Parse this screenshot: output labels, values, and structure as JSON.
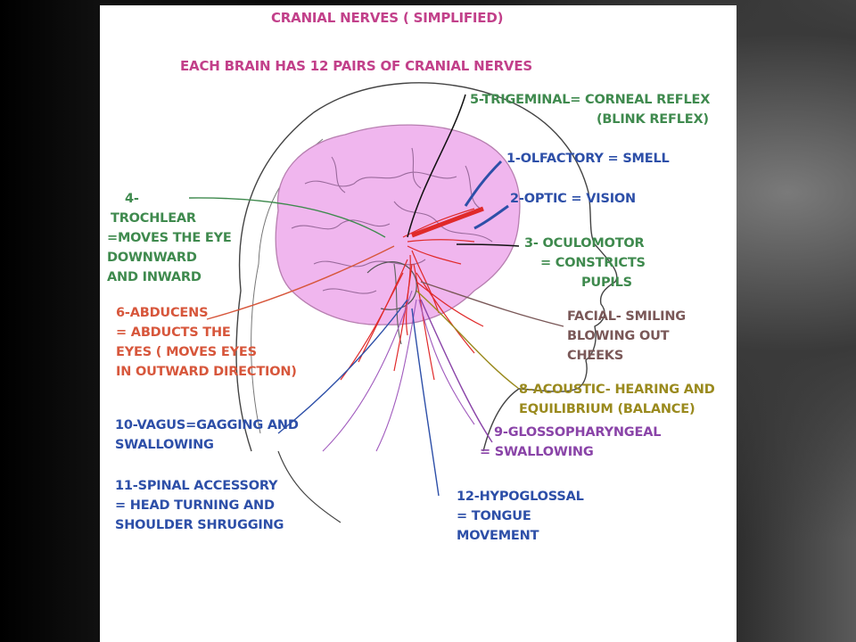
{
  "title": "CRANIAL NERVES",
  "title_suffix": "( SIMPLIFIED)",
  "subtitle": "EACH BRAIN HAS 12 PAIRS OF CRANIAL NERVES",
  "nerves": {
    "trigeminal": {
      "line1": "5-TRIGEMINAL= CORNEAL REFLEX",
      "line2": "(BLINK REFLEX)"
    },
    "olfactory": {
      "line1": "1-OLFACTORY = SMELL"
    },
    "optic": {
      "line1": "2-OPTIC = VISION"
    },
    "oculomotor": {
      "line1": "3- OCULOMOTOR",
      "line2": "= CONSTRICTS",
      "line3": "PUPILS"
    },
    "trochlear": {
      "line1": "4-",
      "line2": "TROCHLEAR",
      "line3": "=MOVES THE EYE",
      "line4": "DOWNWARD",
      "line5": "AND INWARD"
    },
    "abducens": {
      "line1": "6-ABDUCENS",
      "line2": "= ABDUCTS THE",
      "line3": "EYES ( MOVES EYES",
      "line4": "IN OUTWARD DIRECTION)"
    },
    "facial": {
      "line1": "FACIAL- SMILING",
      "line2": "BLOWING OUT",
      "line3": "CHEEKS"
    },
    "acoustic": {
      "line1": "8-ACOUSTIC- HEARING AND",
      "line2": "EQUILIBRIUM (BALANCE)"
    },
    "glossopharyngeal": {
      "line1": "9-GLOSSOPHARYNGEAL",
      "line2": "= SWALLOWING"
    },
    "vagus": {
      "line1": "10-VAGUS=GAGGING AND",
      "line2": "SWALLOWING"
    },
    "spinal_accessory": {
      "line1": "11-SPINAL ACCESSORY",
      "line2": "= HEAD TURNING AND",
      "line3": "SHOULDER SHRUGGING"
    },
    "hypoglossal": {
      "line1": "12-HYPOGLOSSAL",
      "line2": "= TONGUE",
      "line3": "MOVEMENT"
    }
  },
  "colors": {
    "title": "#c2408a",
    "green": "#3f8a4e",
    "blue": "#2d4fa8",
    "brown": "#7a5858",
    "olive": "#9a8a1e",
    "purple": "#8a44a8",
    "red": "#d7573c",
    "brain": "#f0b6ee"
  }
}
